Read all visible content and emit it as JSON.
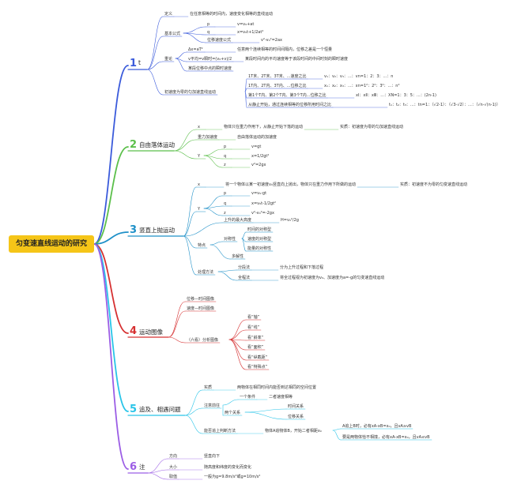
{
  "root": "匀变速直线运动的研究",
  "branches": [
    {
      "num": "1",
      "label": "t",
      "color": "#3b5bdb",
      "children": [
        {
          "label": "定义",
          "note": "在任意相等的时间内，速度变化相等的直线运动"
        },
        {
          "label": "基本公式",
          "children": [
            {
              "label": "p",
              "note": "v=v₀+at"
            },
            {
              "label": "q",
              "note": "x=v₀t+1/2at²"
            },
            {
              "label": "位移速度公式",
              "note": "v²-v₀²=2ax"
            }
          ]
        },
        {
          "label": "重论",
          "children": [
            {
              "label": "Δx=aT²",
              "note": "任意两个连续相等的时间间隔内，位移之差是一个恒量"
            },
            {
              "label": "v平均=v瞬时=(v₀+v)/2",
              "note": "某段时间内的平均速度等于该段时间的中间时刻的瞬时速度"
            },
            {
              "label": "某段位移中点的瞬时速度"
            }
          ]
        },
        {
          "label": "初速度为零的匀加速直线运动",
          "children": [
            {
              "label": "1T末、2T末、3T末、...速度之比",
              "note": "v₁：v₂：v₃：...：vn=1：2：3：...：n"
            },
            {
              "label": "1T内、2T内、3T内、...位移之比",
              "note": "x₁：x₂：x₃：...：xn=1²：2²：3²：...：n²"
            },
            {
              "label": "第1个T内、第2个T内、第3个T内...位移之比",
              "note": "xⅠ：xⅡ：xⅢ：...：XN=1：3：5：...：(2n-1)"
            },
            {
              "label": "从静止开始，通过连续相等的位移所用时间之比",
              "note": "t₁：t₂：t₃：...：tn=1：（√2-1）：（√3-√2）：...：（√n-√(n-1)）"
            }
          ]
        }
      ]
    },
    {
      "num": "2",
      "label": "自由落体运动",
      "color": "#5bbf4a",
      "children": [
        {
          "label": "x",
          "note": "物体只在重力作用下，从静止开始下落的运动",
          "note2": "实质：初速度为零的匀加速直线运动"
        },
        {
          "label": "重力加速度",
          "note": "自由落体运动的加速度"
        },
        {
          "label": "Y",
          "children": [
            {
              "label": "p",
              "note": "v=gt"
            },
            {
              "label": "q",
              "note": "x=1/2gt²"
            },
            {
              "label": "z",
              "note": "v²=2gx"
            }
          ]
        }
      ]
    },
    {
      "num": "3",
      "label": "竖直上抛运动",
      "color": "#1e90c8",
      "children": [
        {
          "label": "x",
          "note": "将一个物体以某一初速度v₀竖直向上抛出，物体只在重力作用下所做的运动",
          "note2": "实质：初速度不为零的匀变速直线运动"
        },
        {
          "label": "Y",
          "children": [
            {
              "label": "p",
              "note": "v=v₀-gt"
            },
            {
              "label": "q",
              "note": "x=v₀t-1/2gt²"
            },
            {
              "label": "z",
              "note": "v²-v₀²=-2gx"
            }
          ]
        },
        {
          "label": "上升的最大高度",
          "note": "H=v₀²/2g"
        },
        {
          "label": "特点",
          "children": [
            {
              "label": "对称性",
              "children": [
                {
                  "label": "时间的对称型"
                },
                {
                  "label": "速度的对称型"
                },
                {
                  "label": "能量的对称性"
                }
              ]
            },
            {
              "label": "多解性"
            }
          ]
        },
        {
          "label": "处理方法",
          "children": [
            {
              "label": "分段法",
              "note": "分为上升过程和下落过程"
            },
            {
              "label": "全程法",
              "note": "将全过程视为初速度为v₀、加速度为a=-g的匀变速直线运动"
            }
          ]
        }
      ]
    },
    {
      "num": "4",
      "label": "运动图像",
      "color": "#d63031",
      "children": [
        {
          "label": "位移—时间图像"
        },
        {
          "label": "速度—时间图像"
        },
        {
          "label": "（六看）分析图像",
          "children": [
            {
              "label": "看“轴”"
            },
            {
              "label": "看“线”"
            },
            {
              "label": "看“斜率”"
            },
            {
              "label": "看“面积”"
            },
            {
              "label": "看“纵截距”"
            },
            {
              "label": "看“特殊点”"
            }
          ]
        }
      ]
    },
    {
      "num": "5",
      "label": "追及、相遇问题",
      "color": "#29c4e8",
      "children": [
        {
          "label": "实质",
          "note": "两物体在相同时间内能否到达相同的空间位置"
        },
        {
          "label": "注意前往",
          "children": [
            {
              "label": "一个条件",
              "note": "二者速度相等"
            },
            {
              "label": "两个关系",
              "children": [
                {
                  "label": "时间关系"
                },
                {
                  "label": "位移关系"
                }
              ]
            }
          ]
        },
        {
          "label": "能否追上判断方法",
          "note": "物体A追物体B，开始二者相距x₀",
          "children": [
            {
              "label": "A追上B时，必有xA-xB=x₀，且vA≥vB"
            },
            {
              "label": "要是两物体恰不相撞，必有xA-xB=x₀，且vA≤vB"
            }
          ]
        }
      ]
    },
    {
      "num": "6",
      "label": "注",
      "color": "#9b5de5",
      "children": [
        {
          "label": "方向",
          "note": "竖直向下"
        },
        {
          "label": "大小",
          "note": "随高度和纬度的变化而变化"
        },
        {
          "label": "取值",
          "note": "一般为g=9.8m/s²或g=10m/s²"
        }
      ]
    }
  ]
}
